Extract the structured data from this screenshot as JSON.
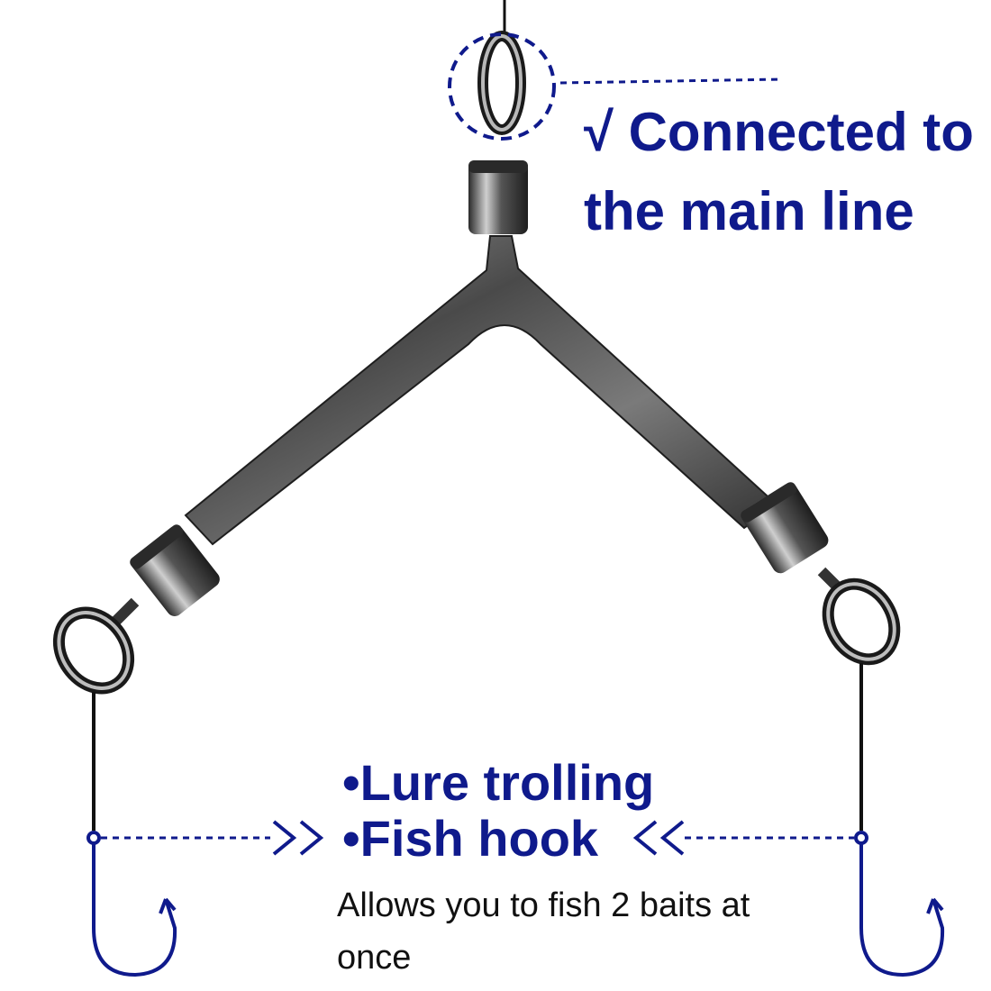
{
  "colors": {
    "accent": "#0f1a8c",
    "metal": "#5a5a5a",
    "line": "#111111"
  },
  "callout_top": {
    "line1": "√ Connected to",
    "line2": "the main line"
  },
  "features": {
    "item1": "•Lure trolling",
    "item2": "•Fish hook"
  },
  "description": "Allows you to fish 2 baits at once",
  "icons": [
    "swivel-icon",
    "hook-icon",
    "chevron-right-icon",
    "chevron-left-icon"
  ]
}
